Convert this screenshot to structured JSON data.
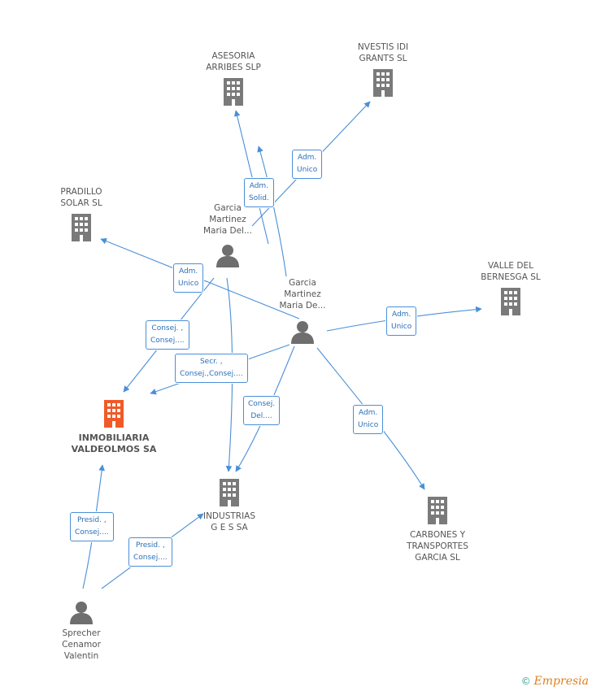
{
  "colors": {
    "edge": "#4a8fd8",
    "building": "#7a7a7a",
    "building_main": "#f05a28",
    "person": "#6e6e6e"
  },
  "nodes": {
    "asesoria": "ASESORIA\nARRIBES SLP",
    "nvestis": "NVESTIS IDI\nGRANTS  SL",
    "pradillo": "PRADILLO\nSOLAR SL",
    "valle": "VALLE DEL\nBERNESGA SL",
    "garcia1": "Garcia\nMartinez\nMaria Del...",
    "garcia2": "Garcia\nMartinez\nMaria De...",
    "inmobiliaria": "INMOBILIARIA\nVALDEOLMOS SA",
    "industrias": "INDUSTRIAS\nG E S SA",
    "carbones": "CARBONES Y\nTRANSPORTES\nGARCIA SL",
    "sprecher": "Sprecher\nCenamor\nValentin"
  },
  "edge_labels": {
    "adm_solid": "Adm.\nSolid.",
    "adm_unico_nvestis": "Adm.\nUnico",
    "adm_unico_pradillo": "Adm.\nUnico",
    "adm_unico_valle": "Adm.\nUnico",
    "consej_g1": "Consej. ,\nConsej....",
    "secr": "Secr. ,\nConsej.,Consej....",
    "consej_del": "Consej.\nDel....",
    "adm_unico_carbones": "Adm.\nUnico",
    "presid_inmo": "Presid. ,\nConsej....",
    "presid_ind": "Presid. ,\nConsej...."
  },
  "footer": {
    "copyright": "©",
    "brand": "Empresia"
  }
}
